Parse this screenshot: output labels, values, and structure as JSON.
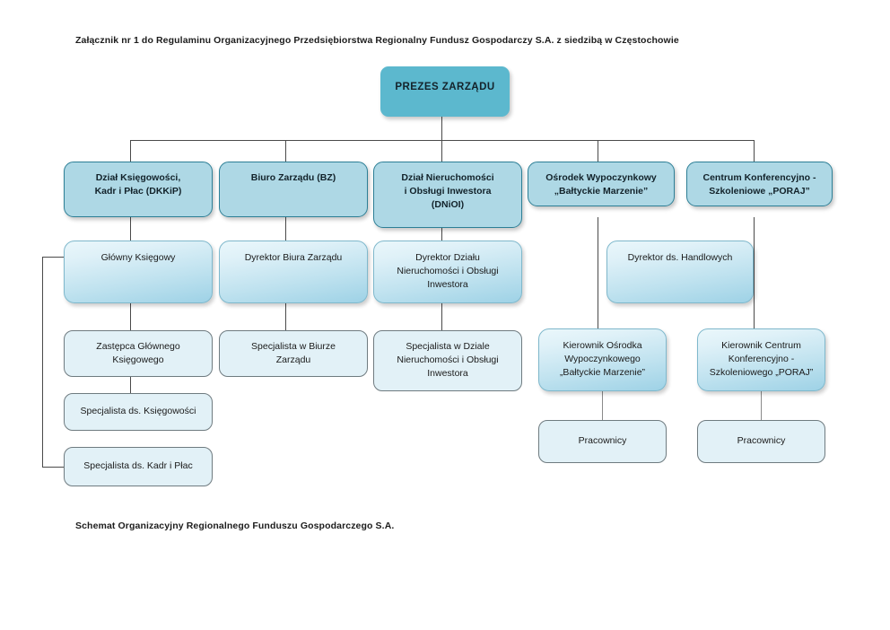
{
  "document": {
    "header": "Załącznik nr 1 do Regulaminu Organizacyjnego Przedsiębiorstwa Regionalny Fundusz Gospodarczy S.A. z siedzibą w Częstochowie",
    "footer": "Schemat Organizacyjny Regionalnego Funduszu Gospodarczego S.A."
  },
  "colors": {
    "level0_fill": "#5cb8ce",
    "level1_fill": "#aed8e5",
    "level1_border": "#2d7f96",
    "level2_gradient_top": "#eaf7fb",
    "level2_gradient_bottom": "#9ed2e6",
    "level3_fill": "#e2f1f7",
    "level3_border": "#6f7b80",
    "connector": "#4a4a4a",
    "page_background": "#ffffff",
    "text": "#1a1a1a"
  },
  "chart_data": {
    "type": "diagram",
    "diagram_kind": "organizational-chart",
    "title": "Schemat Organizacyjny Regionalnego Funduszu Gospodarczego S.A.",
    "levels": 4,
    "nodes": [
      {
        "id": "prezes",
        "label": "PREZES ZARZĄDU",
        "level": 0
      },
      {
        "id": "dkkip",
        "label": "Dział Księgowości, Kadr i Płac (DKKiP)",
        "level": 1
      },
      {
        "id": "bz",
        "label": "Biuro Zarządu (BZ)",
        "level": 1
      },
      {
        "id": "dnioi",
        "label": "Dział Nieruchomości i Obsługi Inwestora (DNiOI)",
        "level": 1
      },
      {
        "id": "osrodek",
        "label": "Ośrodek Wypoczynkowy „Bałtyckie Marzenie”",
        "level": 1
      },
      {
        "id": "centrum",
        "label": "Centrum Konferencyjno - Szkoleniowe „PORAJ”",
        "level": 1
      },
      {
        "id": "glowny_ksiegowy",
        "label": "Główny Księgowy",
        "level": 2
      },
      {
        "id": "dyr_biura",
        "label": "Dyrektor Biura Zarządu",
        "level": 2
      },
      {
        "id": "dyr_dnioi",
        "label": "Dyrektor Działu Nieruchomości i Obsługi Inwestora",
        "level": 2
      },
      {
        "id": "dyr_handlowy",
        "label": "Dyrektor ds. Handlowych",
        "level": 2
      },
      {
        "id": "zastepca",
        "label": "Zastępca Głównego Księgowego",
        "level": 3
      },
      {
        "id": "spec_ksiegowosc",
        "label": "Specjalista ds. Księgowości",
        "level": 3
      },
      {
        "id": "spec_kadry",
        "label": "Specjalista ds. Kadr i Płac",
        "level": 3
      },
      {
        "id": "spec_biuro",
        "label": "Specjalista w Biurze Zarządu",
        "level": 3
      },
      {
        "id": "spec_dnioi",
        "label": "Specjalista w Dziale Nieruchomości i Obsługi Inwestora",
        "level": 3
      },
      {
        "id": "kier_osrodek",
        "label": "Kierownik Ośrodka Wypoczynkowego „Bałtyckie Marzenie”",
        "level": 2
      },
      {
        "id": "kier_centrum",
        "label": "Kierownik Centrum Konferencyjno - Szkoleniowego „PORAJ”",
        "level": 2
      },
      {
        "id": "pracownicy_osrodek",
        "label": "Pracownicy",
        "level": 3
      },
      {
        "id": "pracownicy_centrum",
        "label": "Pracownicy",
        "level": 3
      }
    ],
    "edges": [
      {
        "from": "prezes",
        "to": "dkkip"
      },
      {
        "from": "prezes",
        "to": "bz"
      },
      {
        "from": "prezes",
        "to": "dnioi"
      },
      {
        "from": "prezes",
        "to": "osrodek"
      },
      {
        "from": "prezes",
        "to": "centrum"
      },
      {
        "from": "dkkip",
        "to": "glowny_ksiegowy"
      },
      {
        "from": "bz",
        "to": "dyr_biura"
      },
      {
        "from": "dnioi",
        "to": "dyr_dnioi"
      },
      {
        "from": "osrodek",
        "to": "dyr_handlowy"
      },
      {
        "from": "centrum",
        "to": "dyr_handlowy"
      },
      {
        "from": "glowny_ksiegowy",
        "to": "zastepca"
      },
      {
        "from": "zastepca",
        "to": "spec_ksiegowosc"
      },
      {
        "from": "glowny_ksiegowy",
        "to": "spec_kadry"
      },
      {
        "from": "dyr_biura",
        "to": "spec_biuro"
      },
      {
        "from": "dyr_dnioi",
        "to": "spec_dnioi"
      },
      {
        "from": "osrodek",
        "to": "kier_osrodek"
      },
      {
        "from": "centrum",
        "to": "kier_centrum"
      },
      {
        "from": "kier_osrodek",
        "to": "pracownicy_osrodek"
      },
      {
        "from": "kier_centrum",
        "to": "pracownicy_centrum"
      }
    ]
  },
  "nodes": {
    "prezes": {
      "label": "PREZES ZARZĄDU"
    },
    "dkkip": {
      "line1": "Dział Księgowości,",
      "line2": "Kadr i Płac (DKKiP)"
    },
    "bz": {
      "line1": "Biuro Zarządu (BZ)"
    },
    "dnioi": {
      "line1": "Dział Nieruchomości",
      "line2": "i Obsługi Inwestora",
      "line3": "(DNiOI)"
    },
    "osrodek": {
      "line1": "Ośrodek Wypoczynkowy",
      "line2": "„Bałtyckie Marzenie”"
    },
    "centrum": {
      "line1": "Centrum Konferencyjno -",
      "line2": "Szkoleniowe „PORAJ”"
    },
    "glowny_ksiegowy": {
      "line1": "Główny Księgowy"
    },
    "dyr_biura": {
      "line1": "Dyrektor Biura Zarządu"
    },
    "dyr_dnioi": {
      "line1": "Dyrektor Działu",
      "line2": "Nieruchomości i Obsługi",
      "line3": "Inwestora"
    },
    "dyr_handlowy": {
      "line1": "Dyrektor ds. Handlowych"
    },
    "zastepca": {
      "line1": "Zastępca Głównego",
      "line2": "Księgowego"
    },
    "spec_ksiegowosc": {
      "line1": "Specjalista ds. Księgowości"
    },
    "spec_kadry": {
      "line1": "Specjalista ds. Kadr i Płac"
    },
    "spec_biuro": {
      "line1": "Specjalista w Biurze",
      "line2": "Zarządu"
    },
    "spec_dnioi": {
      "line1": "Specjalista w Dziale",
      "line2": "Nieruchomości i Obsługi",
      "line3": "Inwestora"
    },
    "kier_osrodek": {
      "line1": "Kierownik Ośrodka",
      "line2": "Wypoczynkowego",
      "line3": "„Bałtyckie Marzenie”"
    },
    "kier_centrum": {
      "line1": "Kierownik Centrum",
      "line2": "Konferencyjno -",
      "line3": "Szkoleniowego „PORAJ”"
    },
    "pracownicy_osrodek": {
      "line1": "Pracownicy"
    },
    "pracownicy_centrum": {
      "line1": "Pracownicy"
    }
  }
}
